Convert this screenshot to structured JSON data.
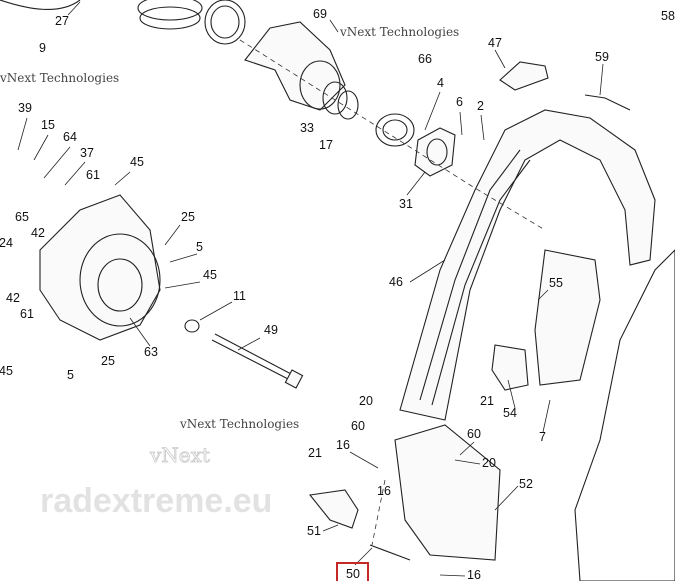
{
  "diagram": {
    "title": "Exploded parts diagram",
    "highlighted_callout": "50",
    "highlight_color": "#c62828",
    "callouts": [
      "27",
      "9",
      "69",
      "58",
      "47",
      "59",
      "66",
      "4",
      "6",
      "2",
      "39",
      "15",
      "64",
      "37",
      "33",
      "17",
      "45",
      "61",
      "31",
      "65",
      "42",
      "24",
      "25",
      "5",
      "45",
      "11",
      "55",
      "46",
      "42",
      "61",
      "49",
      "63",
      "45",
      "25",
      "5",
      "21",
      "54",
      "7",
      "20",
      "60",
      "16",
      "60",
      "20",
      "21",
      "52",
      "16",
      "51",
      "50",
      "16"
    ],
    "watermarks": [
      "vNext Technologies",
      "vNext Technologies",
      "vNext Technologies",
      "radextreme.eu"
    ]
  }
}
